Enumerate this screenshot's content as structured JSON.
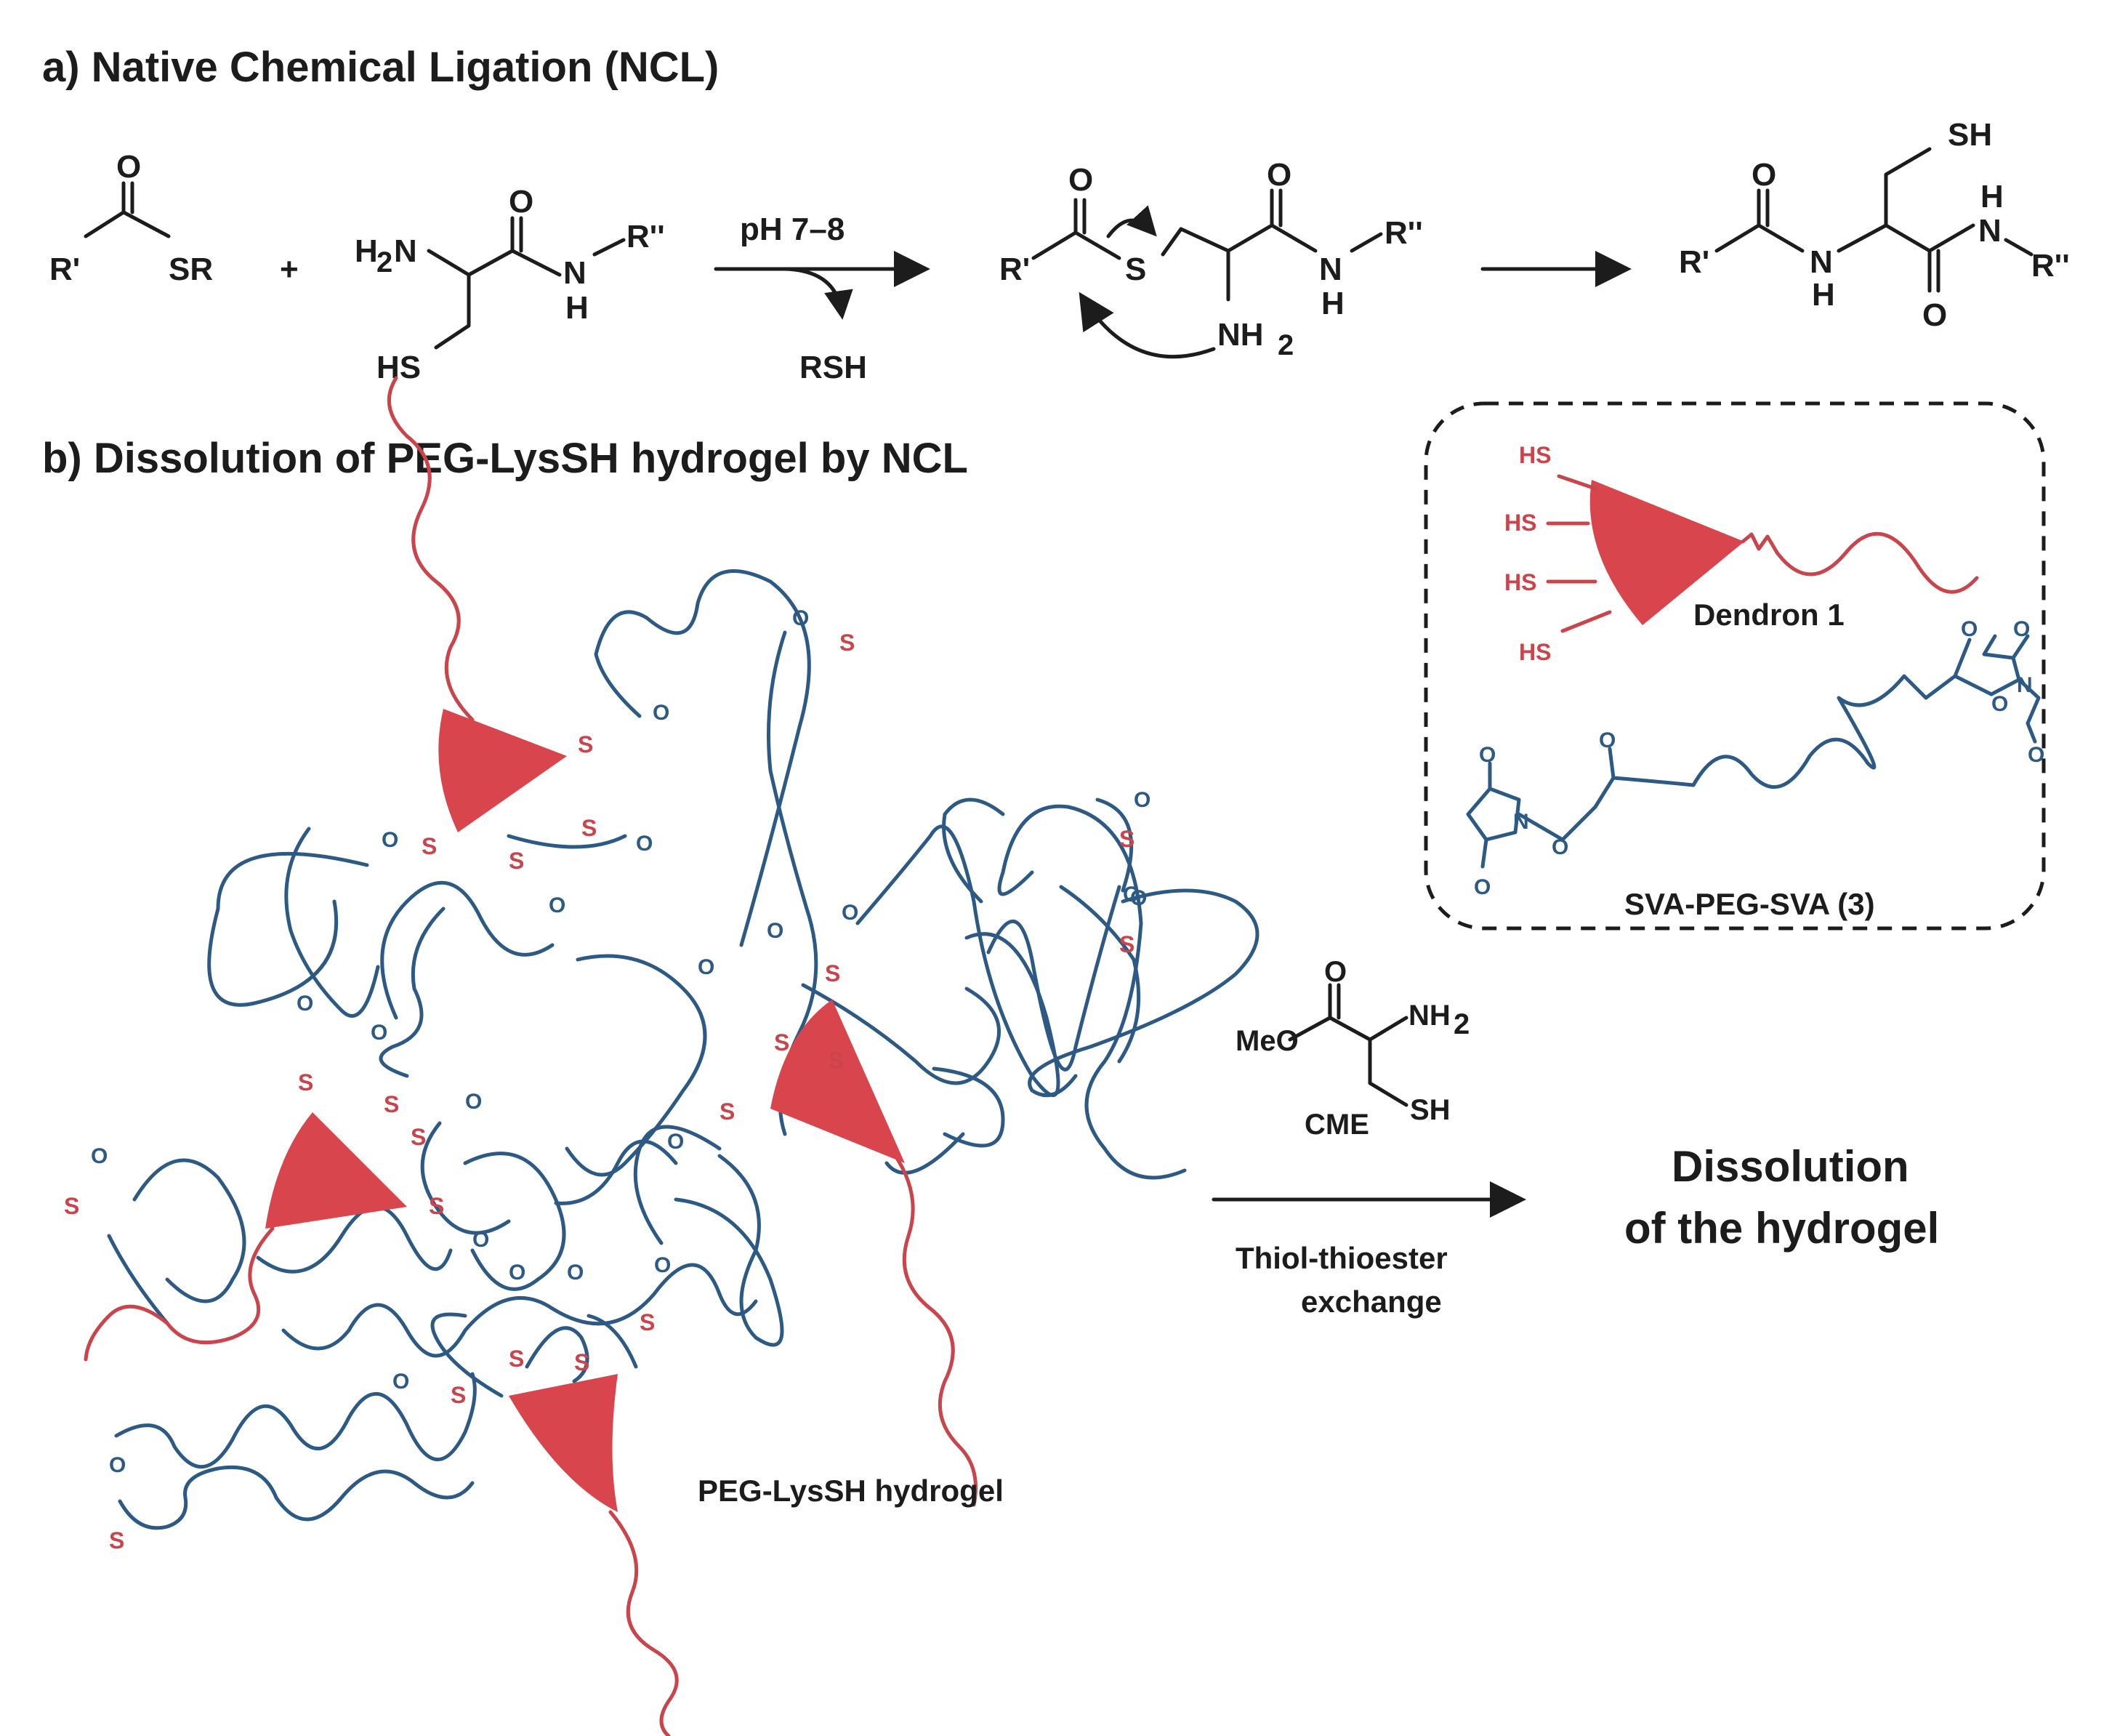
{
  "panel_a": {
    "title": "a) Native Chemical Ligation (NCL)",
    "thioester": {
      "o": "O",
      "r1": "R'",
      "sr": "SR"
    },
    "plus": "+",
    "cysteine": {
      "o": "O",
      "h2n": "H",
      "h2n_sub": "2",
      "h2n_n": "N",
      "n": "N",
      "h": "H",
      "r2": "R''",
      "hs": "HS"
    },
    "condition": "pH 7–8",
    "byproduct": "RSH",
    "intermediate": {
      "o1": "O",
      "r1": "R'",
      "s": "S",
      "o2": "O",
      "n": "N",
      "h": "H",
      "r2": "R''",
      "nh2": "NH",
      "nh2_sub": "2"
    },
    "product": {
      "sh": "SH",
      "o1": "O",
      "r1": "R'",
      "n1": "N",
      "h1": "H",
      "n2": "N",
      "h2": "H",
      "r2": "R''",
      "o2": "O"
    }
  },
  "panel_b": {
    "title": "b) Dissolution of PEG-LysSH hydrogel by NCL",
    "legend": {
      "hs": "HS",
      "dendron_label": "Dendron ",
      "dendron_num": "1",
      "n": "N",
      "o": "O",
      "sva_label": "SVA-PEG-SVA (",
      "sva_num": "3",
      "sva_close": ")"
    },
    "hydrogel_label": "PEG-LysSH hydrogel",
    "s": "S",
    "o": "O",
    "reagent": {
      "meo": "MeO",
      "o": "O",
      "nh2": "NH",
      "nh2_sub": "2",
      "sh": "SH",
      "name": "CME"
    },
    "arrow_label_line1": "Thiol-thioester",
    "arrow_label_line2": "exchange",
    "result_line1": "Dissolution",
    "result_line2": "of the hydrogel"
  },
  "colors": {
    "dendron_red": "#d9454c",
    "peg_blue": "#2c5a84",
    "text": "#1c1c1c"
  }
}
